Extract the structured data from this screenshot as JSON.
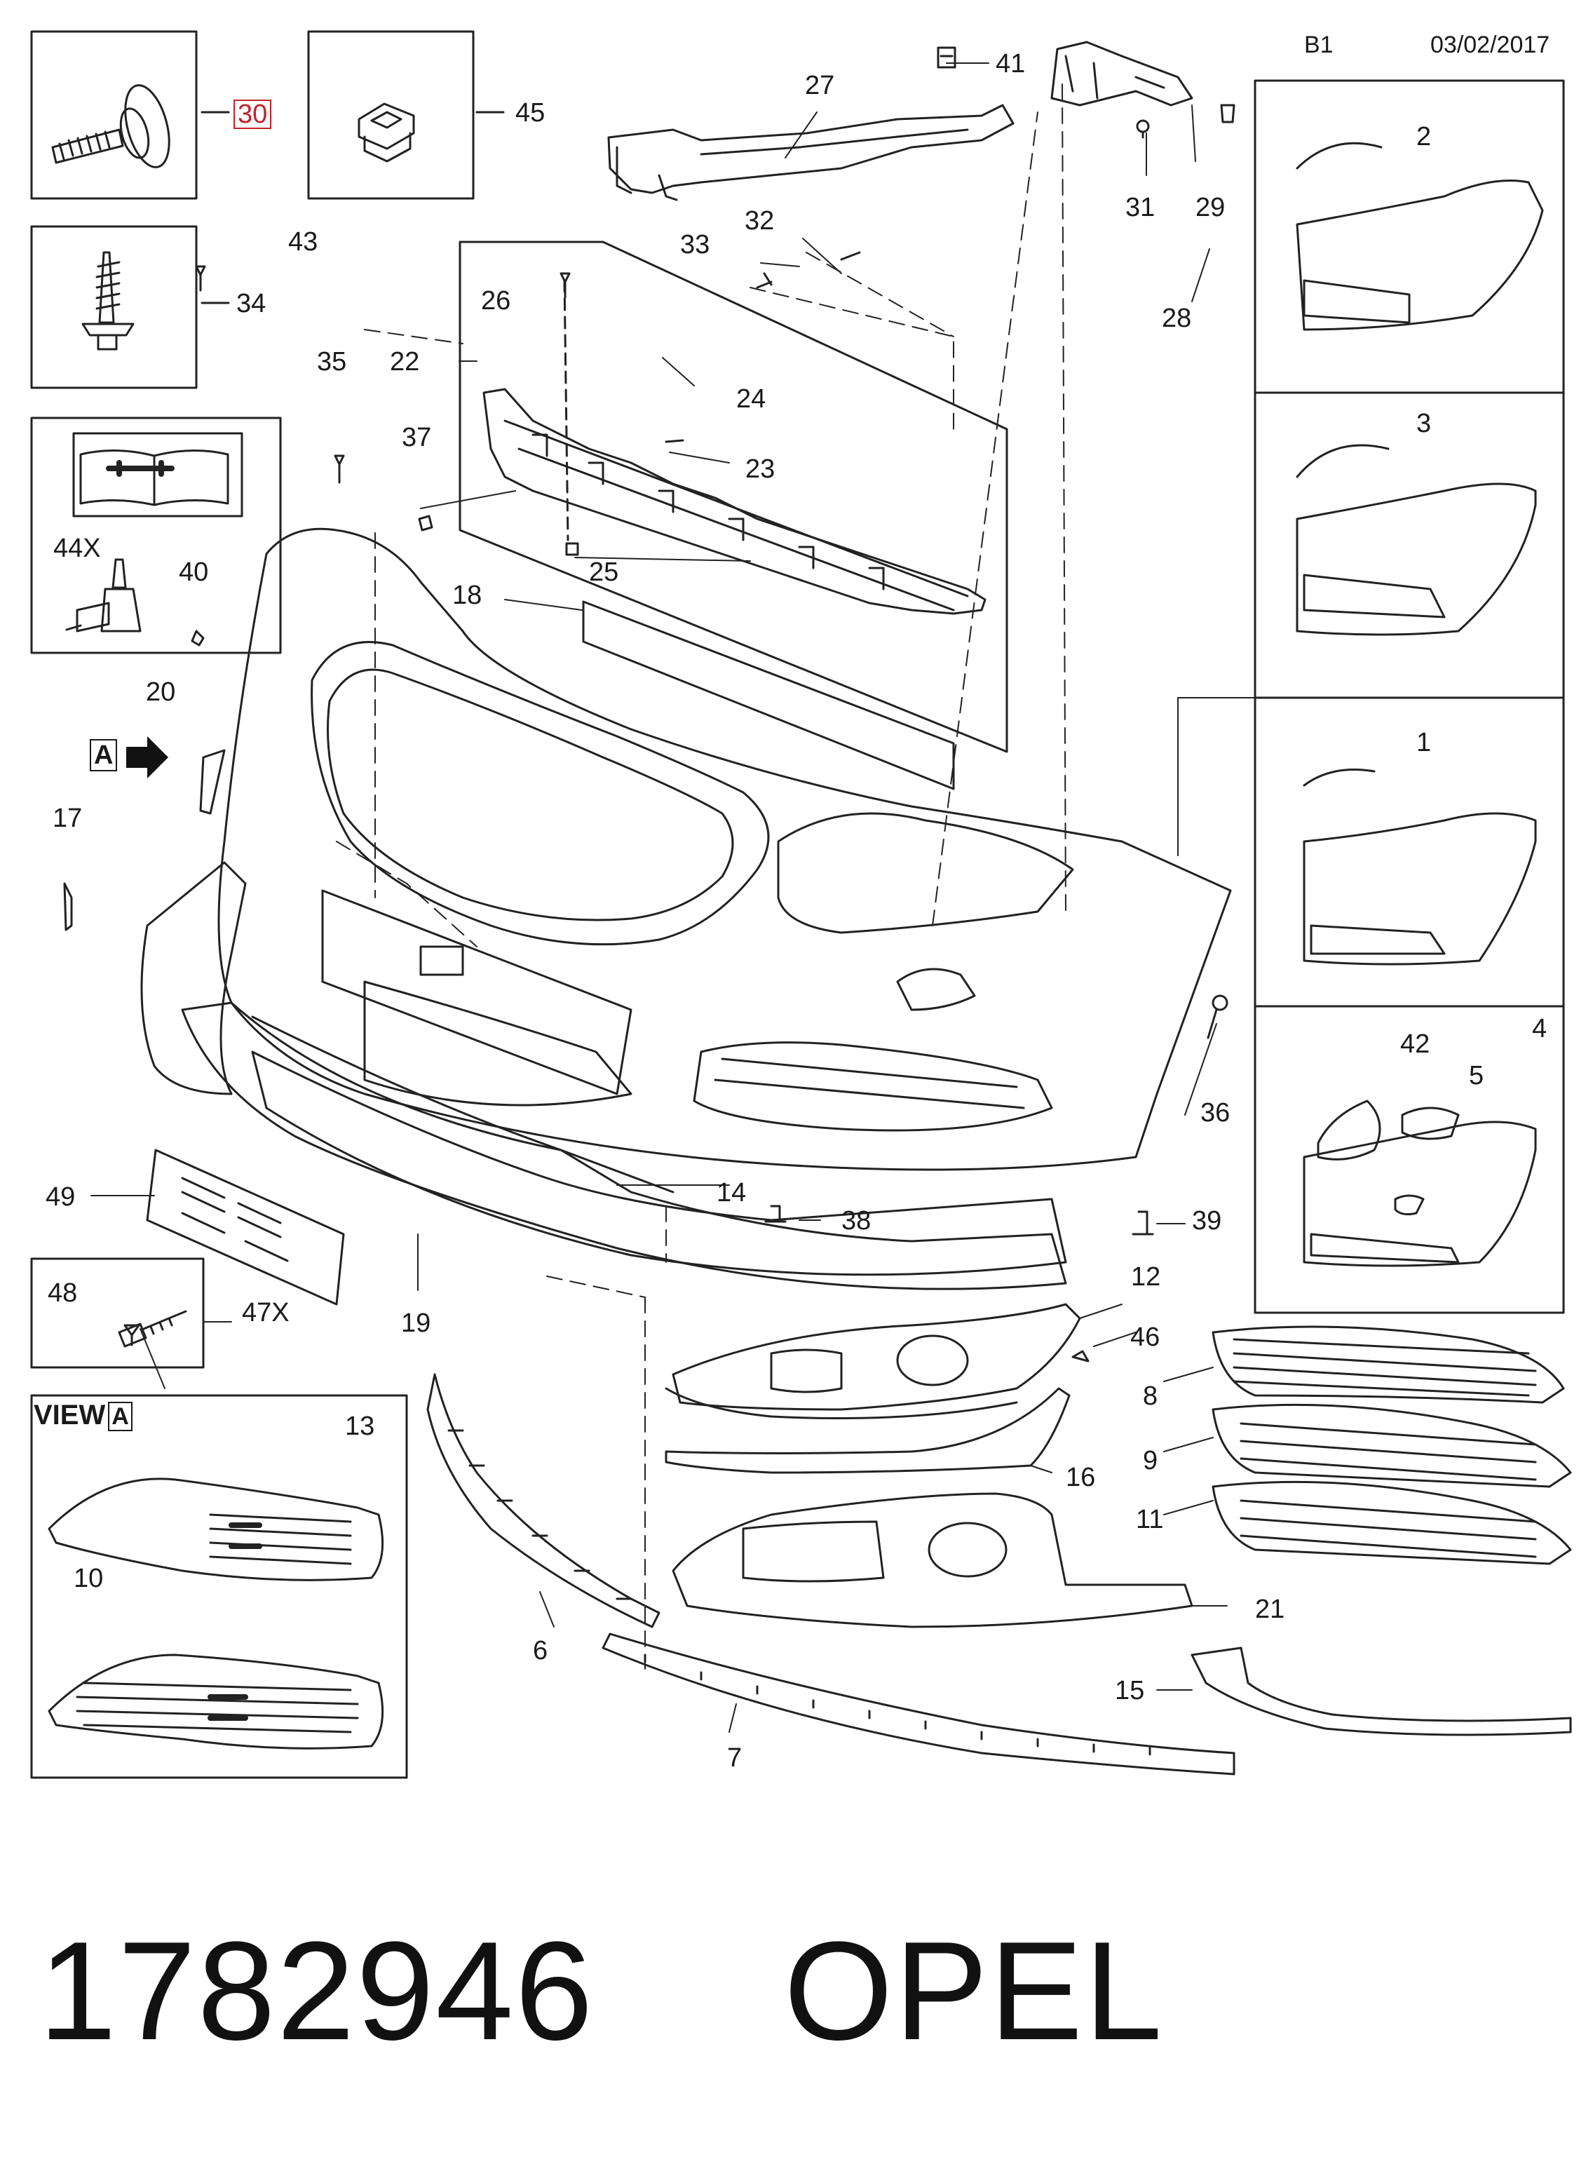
{
  "header": {
    "sheet": "B1",
    "date": "03/02/2017"
  },
  "footer": {
    "part_number": "1782946",
    "brand": "OPEL"
  },
  "view_a": {
    "title": "VIEW",
    "marker": "A"
  },
  "arrow_marker": "A",
  "callouts": {
    "c1": "1",
    "c2": "2",
    "c3": "3",
    "c4": "4",
    "c5": "5",
    "c6": "6",
    "c7": "7",
    "c8": "8",
    "c9": "9",
    "c10": "10",
    "c11": "11",
    "c12": "12",
    "c13": "13",
    "c14": "14",
    "c15": "15",
    "c16": "16",
    "c17": "17",
    "c18": "18",
    "c19": "19",
    "c20": "20",
    "c21": "21",
    "c22": "22",
    "c23": "23",
    "c24": "24",
    "c25": "25",
    "c26": "26",
    "c27": "27",
    "c28": "28",
    "c29": "29",
    "c30": "30",
    "c31": "31",
    "c32": "32",
    "c33": "33",
    "c34": "34",
    "c35": "35",
    "c36": "36",
    "c37": "37",
    "c38": "38",
    "c39": "39",
    "c40": "40",
    "c41": "41",
    "c42": "42",
    "c43": "43",
    "c44": "44X",
    "c45": "45",
    "c46": "46",
    "c47": "47X",
    "c48": "48",
    "c49": "49"
  },
  "highlight_color": "#c0242c"
}
